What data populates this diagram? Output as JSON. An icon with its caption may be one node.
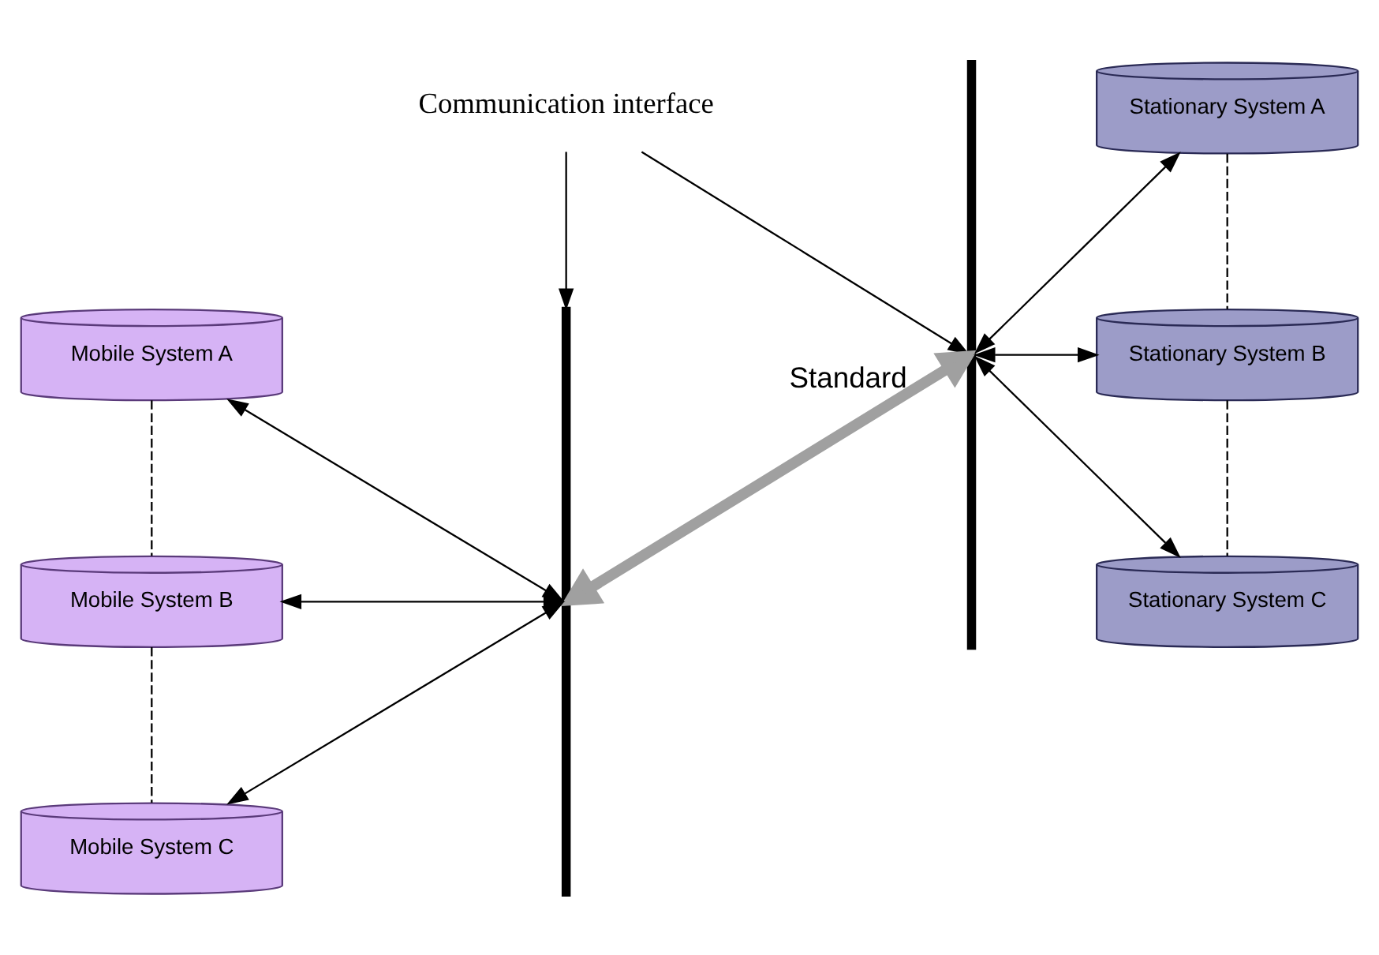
{
  "diagram": {
    "nodes": [
      {
        "text": [
          "Communication interface"
        ]
      },
      {
        "text": [],
        "shape": "bar"
      },
      {
        "text": [],
        "shape": "bar"
      },
      {
        "text": [
          "Mobile System A"
        ]
      },
      {
        "text": [
          "Mobile System B"
        ]
      },
      {
        "text": [
          "Mobile System C"
        ]
      },
      {
        "text": [
          "Stationary System A"
        ]
      },
      {
        "text": [
          "Stationary System B"
        ]
      },
      {
        "text": [
          "Stationary System C"
        ]
      }
    ],
    "edges": [
      {
        "from": 0,
        "to": 1,
        "arrow": "to"
      },
      {
        "from": 0,
        "to": 2,
        "arrow": "to"
      },
      {
        "from": 3,
        "to": 4,
        "arrow": "none",
        "style": "dashed"
      },
      {
        "from": 4,
        "to": 5,
        "arrow": "none",
        "style": "dashed"
      },
      {
        "from": 6,
        "to": 7,
        "arrow": "none",
        "style": "dashed"
      },
      {
        "from": 7,
        "to": 8,
        "arrow": "none",
        "style": "dashed"
      },
      {
        "from": 3,
        "to": 1,
        "arrow": "both"
      },
      {
        "from": 4,
        "to": 1,
        "arrow": "both"
      },
      {
        "from": 5,
        "to": 1,
        "arrow": "both"
      },
      {
        "from": 2,
        "to": 6,
        "arrow": "both"
      },
      {
        "from": 2,
        "to": 7,
        "arrow": "both"
      },
      {
        "from": 2,
        "to": 8,
        "arrow": "both"
      },
      {
        "from": 1,
        "to": 2,
        "arrow": "both",
        "label": "Standard",
        "style": "thick",
        "color": "#a0a0a0"
      }
    ]
  }
}
